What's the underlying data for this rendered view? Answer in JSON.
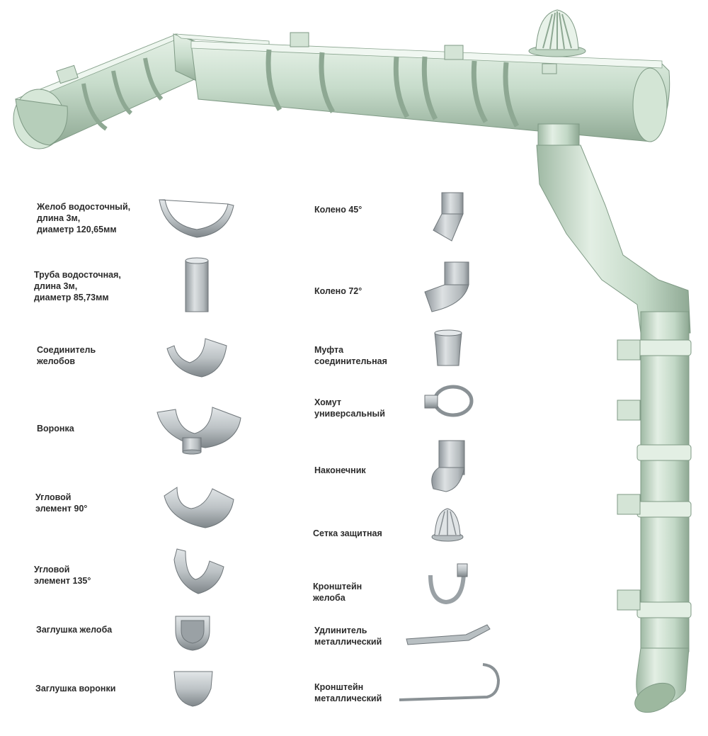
{
  "colors": {
    "gutter_fill": "#c7dccb",
    "gutter_dark": "#93ae98",
    "gutter_light": "#e6f1e7",
    "part_gray": "#bdc3c6",
    "part_dark": "#858b8f",
    "label_text": "#2b2b2b"
  },
  "labels": {
    "gutter": "Желоб водосточный,\nдлина 3м,\nдиаметр 120,65мм",
    "pipe": "Труба водосточная,\nдлина 3м,\nдиаметр 85,73мм",
    "gutter_connector": "Соединитель\nжелобов",
    "funnel": "Воронка",
    "corner_90": "Угловой\nэлемент 90°",
    "corner_135": "Угловой\nэлемент 135°",
    "gutter_cap": "Заглушка желоба",
    "funnel_cap": "Заглушка воронки",
    "elbow_45": "Колено 45°",
    "elbow_72": "Колено 72°",
    "pipe_coupling": "Муфта\nсоединительная",
    "universal_clamp": "Хомут\nуниверсальный",
    "outlet_tip": "Наконечник",
    "protective_mesh": "Сетка защитная",
    "gutter_bracket": "Кронштейн\nжелоба",
    "metal_extender": "Удлинитель\nметаллический",
    "metal_bracket": "Кронштейн\nметаллический"
  }
}
